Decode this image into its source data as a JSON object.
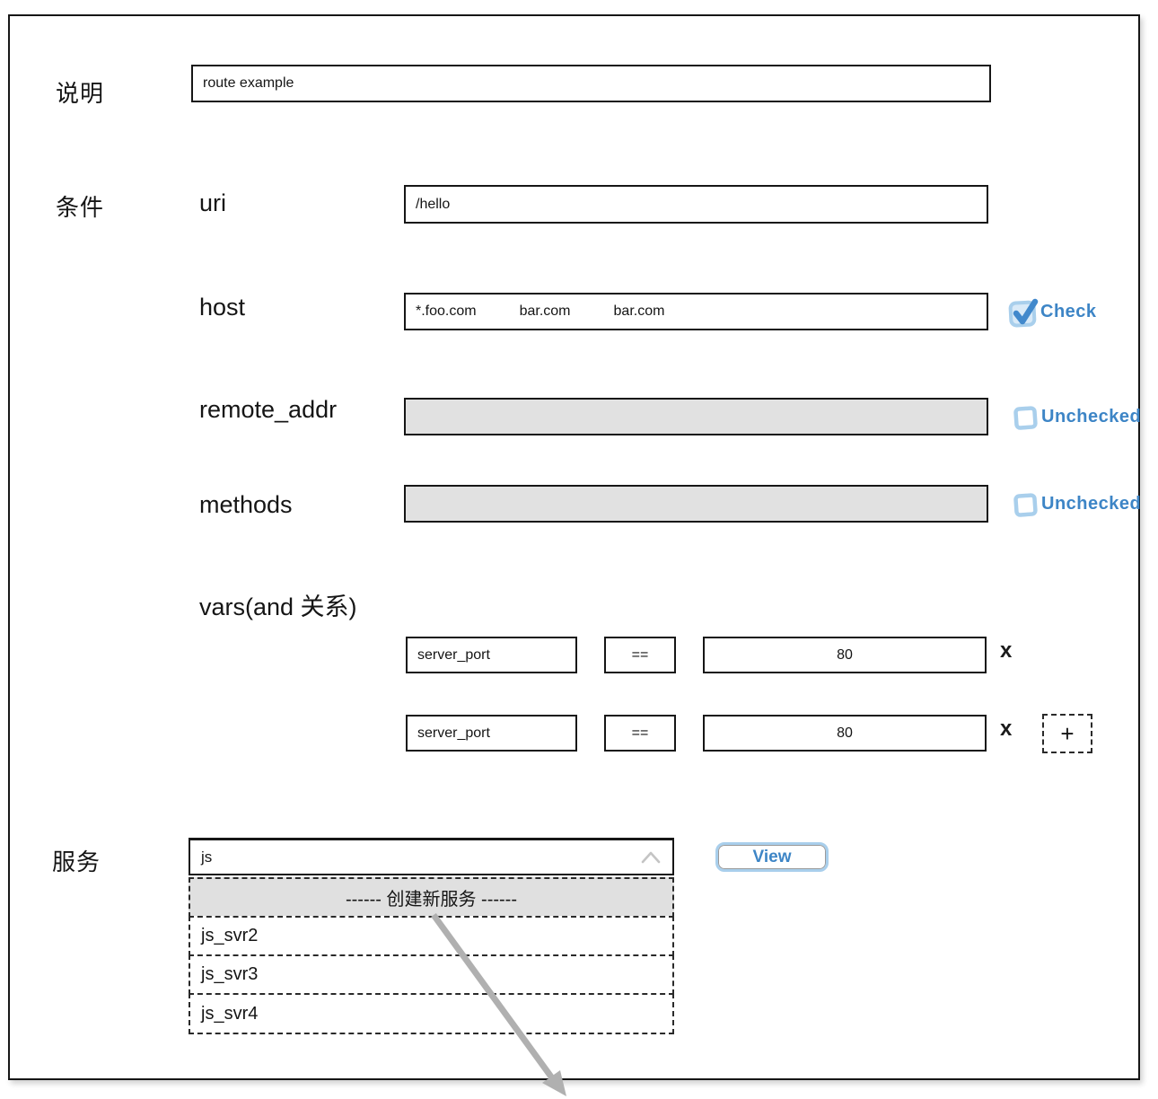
{
  "description": {
    "label": "说明",
    "value": "route example"
  },
  "conditions": {
    "section_label": "条件",
    "uri": {
      "label": "uri",
      "value": "/hello"
    },
    "host": {
      "label": "host",
      "values": [
        "*.foo.com",
        "bar.com",
        "bar.com"
      ],
      "check_label": "Check"
    },
    "remote_addr": {
      "label": "remote_addr",
      "value": "",
      "check_label": "Unchecked"
    },
    "methods": {
      "label": "methods",
      "value": "",
      "check_label": "Unchecked"
    },
    "vars": {
      "label": "vars(and 关系)",
      "rows": [
        {
          "name": "server_port",
          "operator": "==",
          "value": "80",
          "remove_label": "x"
        },
        {
          "name": "server_port",
          "operator": "==",
          "value": "80",
          "remove_label": "x"
        }
      ],
      "add_label": "+"
    }
  },
  "service": {
    "section_label": "服务",
    "selected_value": "js",
    "view_button_label": "View",
    "dropdown": {
      "create_item_label": "------ 创建新服务 ------",
      "options": [
        "js_svr2",
        "js_svr3",
        "js_svr4"
      ]
    }
  },
  "colors": {
    "accent_blue": "#3d85c6",
    "light_blue": "#a9cfec",
    "check_stroke": "#4289cc",
    "disabled_gray": "#e1e1e1",
    "highlight_gray": "#e0e0e0",
    "arrow_gray": "#b0b0b0",
    "border_dark": "#161616"
  }
}
